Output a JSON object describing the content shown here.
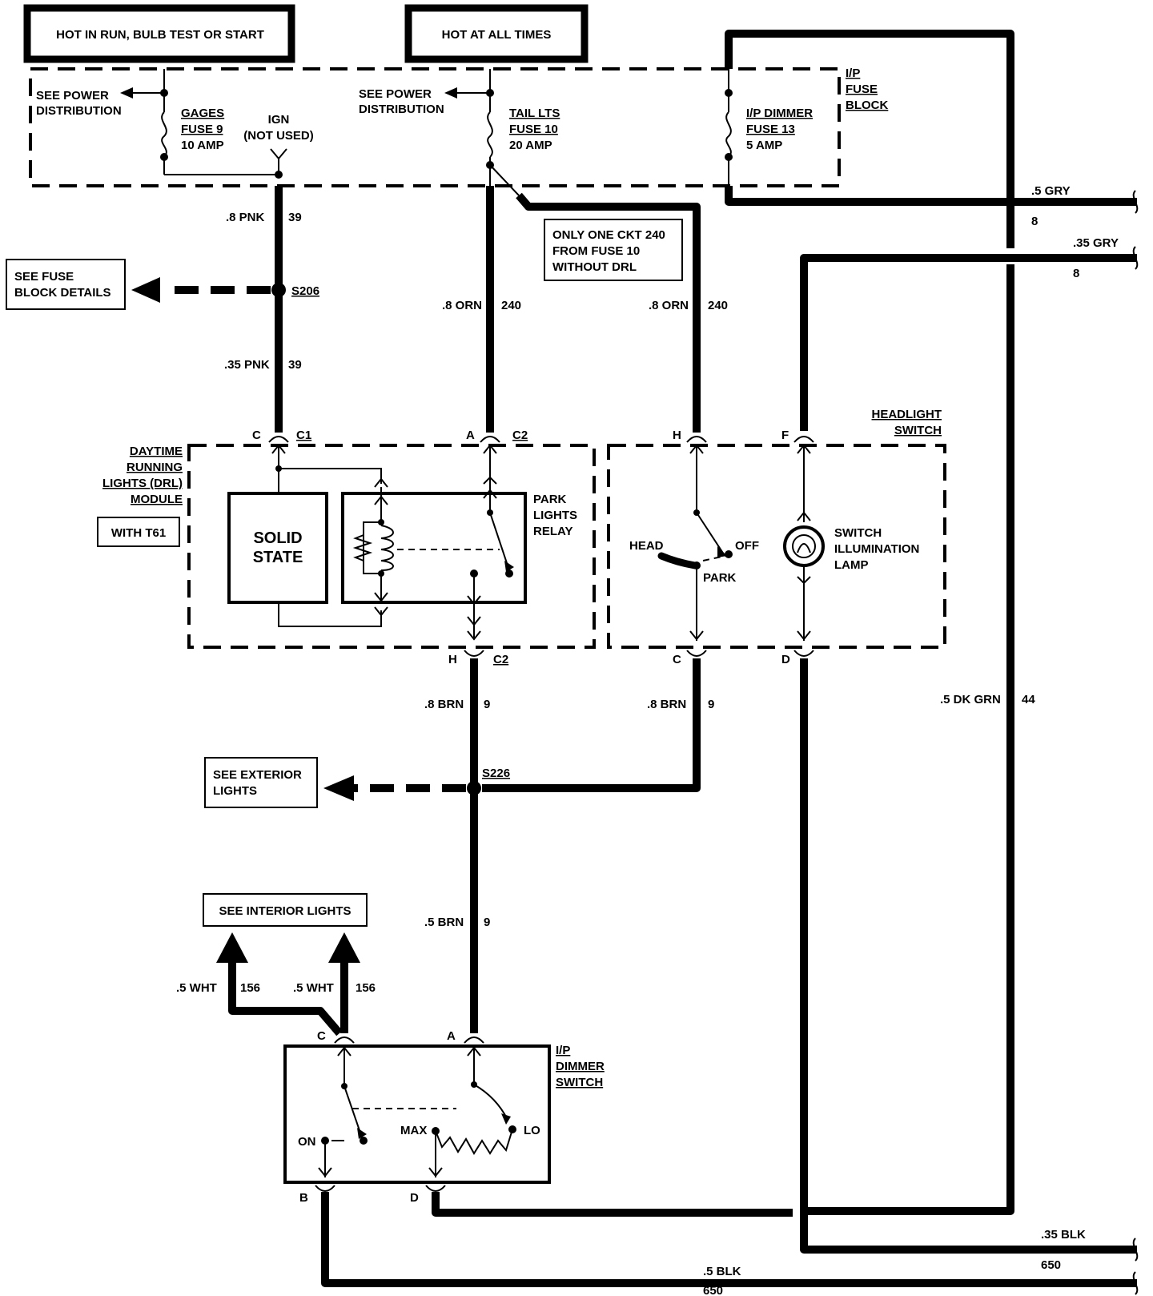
{
  "headers": {
    "hot_run": "HOT IN RUN, BULB TEST OR START",
    "hot_all": "HOT AT ALL TIMES"
  },
  "fuse_block": {
    "label": [
      "I/P",
      "FUSE",
      "BLOCK"
    ],
    "see_power_1": [
      "SEE POWER",
      "DISTRIBUTION"
    ],
    "see_power_2": [
      "SEE POWER",
      "DISTRIBUTION"
    ],
    "gages": [
      "GAGES",
      "FUSE 9",
      "10 AMP"
    ],
    "ign": [
      "IGN",
      "(NOT USED)"
    ],
    "tail": [
      "TAIL LTS",
      "FUSE 10",
      "20 AMP"
    ],
    "dimmer_fuse": [
      "I/P DIMMER",
      "FUSE 13",
      "5 AMP"
    ]
  },
  "notes": {
    "only_one": [
      "ONLY ONE CKT 240",
      "FROM FUSE 10",
      "WITHOUT DRL"
    ],
    "see_fuse": [
      "SEE FUSE",
      "BLOCK DETAILS"
    ],
    "see_exterior": [
      "SEE EXTERIOR",
      "LIGHTS"
    ],
    "see_interior": "SEE INTERIOR LIGHTS",
    "with_t61": "WITH T61"
  },
  "splices": {
    "s206": "S206",
    "s226": "S226"
  },
  "drl_module": {
    "label": [
      "DAYTIME",
      "RUNNING",
      "LIGHTS (DRL)",
      "MODULE"
    ],
    "solid_state": [
      "SOLID",
      "STATE"
    ],
    "relay": [
      "PARK",
      "LIGHTS",
      "RELAY"
    ],
    "conn_c1": "C1",
    "conn_c2": "C2",
    "conn_c2b": "C2",
    "pin_c": "C",
    "pin_a": "A",
    "pin_h": "H"
  },
  "headlight_switch": {
    "label": [
      "HEADLIGHT",
      "SWITCH"
    ],
    "head": "HEAD",
    "off": "OFF",
    "park": "PARK",
    "lamp": [
      "SWITCH",
      "ILLUMINATION",
      "LAMP"
    ],
    "pin_h": "H",
    "pin_f": "F",
    "pin_c": "C",
    "pin_d": "D"
  },
  "dimmer_switch": {
    "label": [
      "I/P",
      "DIMMER",
      "SWITCH"
    ],
    "on": "ON",
    "max": "MAX",
    "lo": "LO",
    "pin_c": "C",
    "pin_a": "A",
    "pin_b": "B",
    "pin_d": "D"
  },
  "wires": {
    "pnk8": ".8 PNK",
    "c39a": "39",
    "pnk35": ".35 PNK",
    "c39b": "39",
    "orn8a": ".8 ORN",
    "c240a": "240",
    "orn8b": ".8 ORN",
    "c240b": "240",
    "gry5": ".5 GRY",
    "c8a": "8",
    "gry35": ".35 GRY",
    "c8b": "8",
    "brn8a": ".8 BRN",
    "c9a": "9",
    "brn8b": ".8 BRN",
    "c9b": "9",
    "brn5": ".5 BRN",
    "c9c": "9",
    "dkgrn": ".5 DK GRN",
    "c44": "44",
    "wht1": ".5 WHT",
    "c156a": "156",
    "wht2": ".5 WHT",
    "c156b": "156",
    "blk35": ".35 BLK",
    "c650a": "650",
    "blk5": ".5 BLK",
    "c650b": "650"
  }
}
